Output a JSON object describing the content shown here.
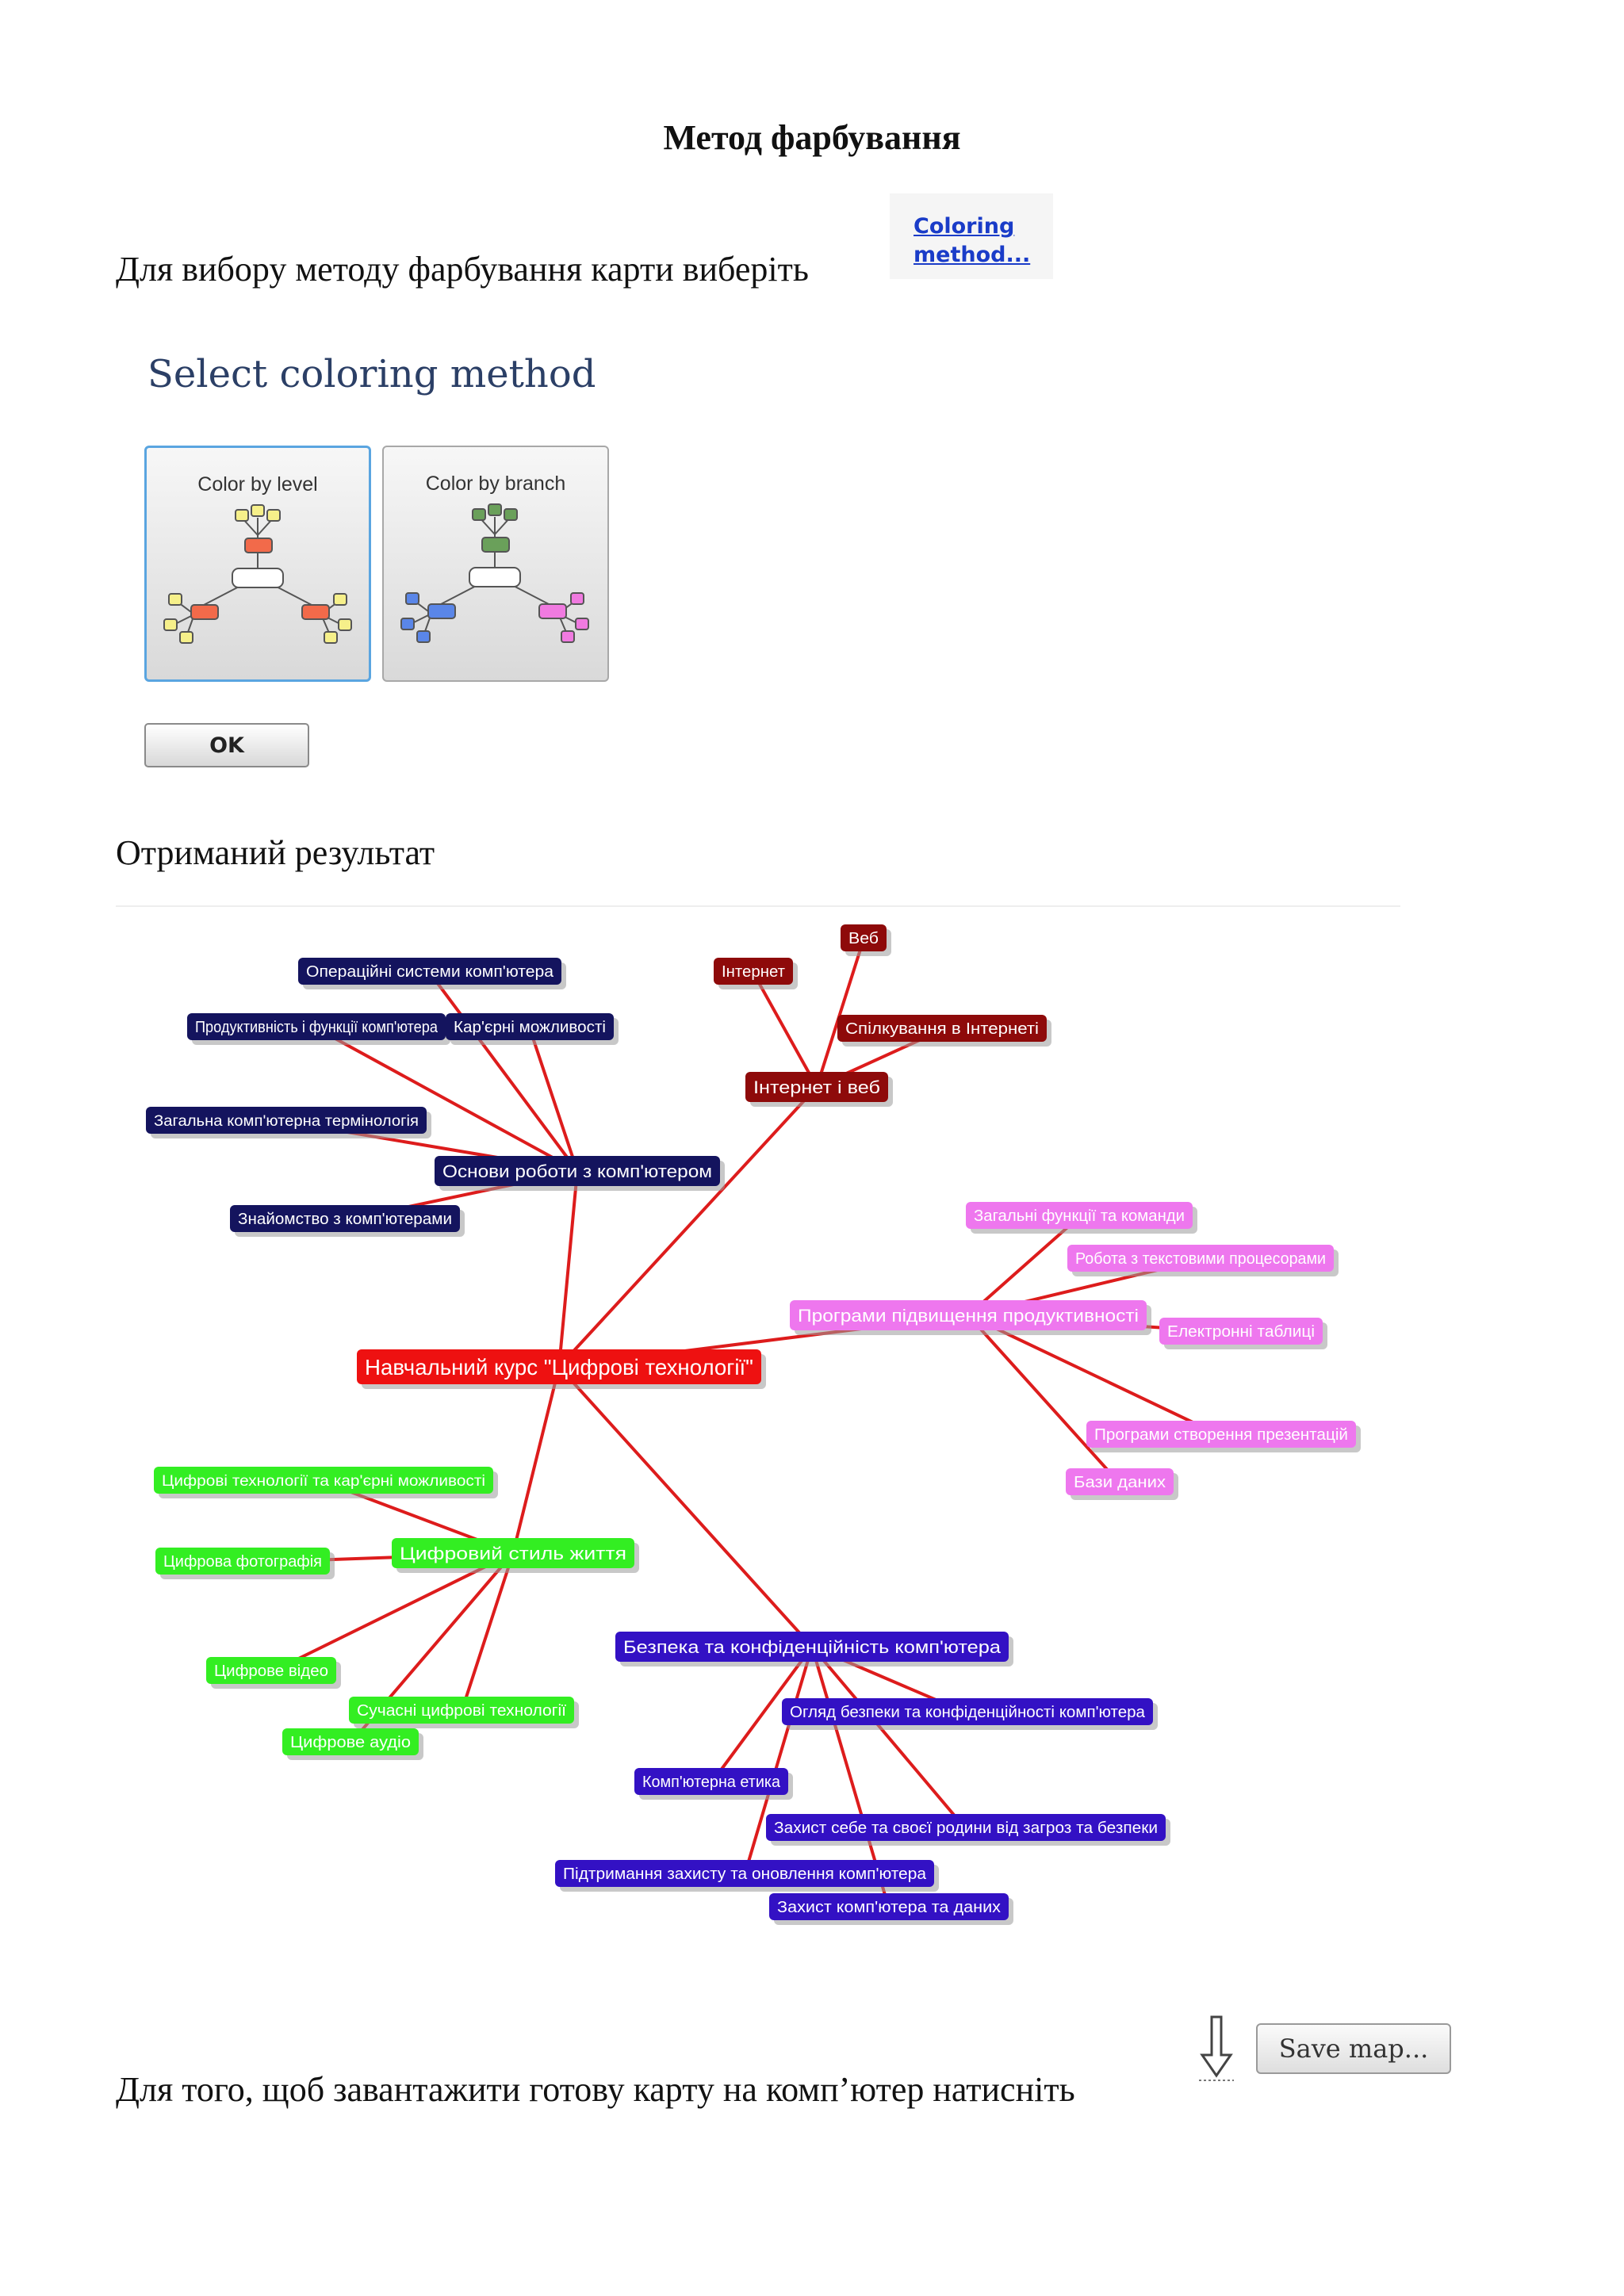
{
  "document": {
    "title": "Метод фарбування",
    "intro_text": "Для вибору методу фарбування карти виберіть",
    "coloring_link": {
      "line1": "Coloring",
      "line2": "method..."
    },
    "result_text": "Отриманий результат",
    "download_text": "Для того, щоб завантажити готову карту на комп’ютер натисніть"
  },
  "dialog": {
    "title": "Select coloring method",
    "options": [
      {
        "label": "Color by level",
        "selected": true
      },
      {
        "label": "Color by branch",
        "selected": false
      }
    ],
    "ok_label": "OK"
  },
  "save_button": {
    "label": "Save map..."
  },
  "colors": {
    "center": "#ee1111",
    "foundations": "#14145e",
    "internet": "#8e0a0a",
    "productivity": "#ee77ee",
    "lifestyle": "#33ee22",
    "security": "#3311c4",
    "connector": "#dd1c1c"
  },
  "mindmap": {
    "center": {
      "label": "Навчальний курс \"Цифрові технології\"",
      "color": "center"
    },
    "branches": [
      {
        "label": "Основи роботи з комп'ютером",
        "color": "foundations",
        "children": [
          "Операційні системи комп'ютера",
          "Продуктивність і функції комп'ютера",
          "Кар'єрні можливості",
          "Загальна комп'ютерна термінологія",
          "Знайомство з комп'ютерами"
        ]
      },
      {
        "label": "Інтернет і веб",
        "color": "internet",
        "children": [
          "Інтернет",
          "Веб",
          "Спілкування в Інтернеті"
        ]
      },
      {
        "label": "Програми підвищення продуктивності",
        "color": "productivity",
        "children": [
          "Загальні функції та команди",
          "Робота з текстовими процесорами",
          "Електронні таблиці",
          "Програми створення презентацій",
          "Бази даних"
        ]
      },
      {
        "label": "Цифровий стиль життя",
        "color": "lifestyle",
        "children": [
          "Цифрові технології та кар'єрні можливості",
          "Цифрова фотографія",
          "Цифрове відео",
          "Сучасні цифрові технології",
          "Цифрове аудіо"
        ]
      },
      {
        "label": "Безпека та конфіденційність комп'ютера",
        "color": "security",
        "children": [
          "Огляд безпеки та конфіденційності комп'ютера",
          "Комп'ютерна етика",
          "Захист себе та своєї родини від загроз та безпеки",
          "Підтримання захисту та оновлення комп'ютера",
          "Захист комп'ютера та даних"
        ]
      }
    ]
  }
}
